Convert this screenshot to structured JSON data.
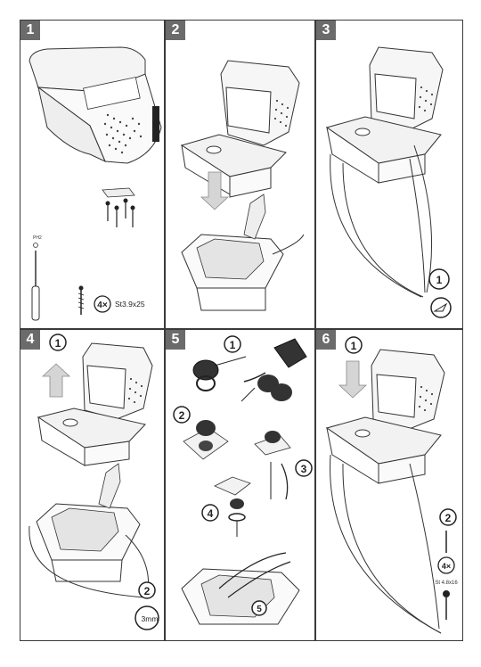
{
  "steps": [
    {
      "number": "1"
    },
    {
      "number": "2"
    },
    {
      "number": "3"
    },
    {
      "number": "4"
    },
    {
      "number": "5"
    },
    {
      "number": "6"
    }
  ],
  "step1": {
    "screw_count": "4×",
    "screw_spec": "St3.9x25",
    "screwdriver_label": "PH2"
  },
  "step3": {
    "callout_1": "1"
  },
  "step4": {
    "callout_1": "1",
    "callout_2": "2",
    "drill_size": "3mm"
  },
  "step5": {
    "callout_1": "1",
    "callout_2": "2",
    "callout_3": "3",
    "callout_4": "4",
    "callout_5": "5"
  },
  "step6": {
    "callout_1": "1",
    "callout_2": "2",
    "screw_count": "4×",
    "screw_spec": "St 4.8x16"
  },
  "colors": {
    "frame": "#3a3a3a",
    "badge": "#6b6b6b",
    "arrow": "#9a9a9a"
  }
}
